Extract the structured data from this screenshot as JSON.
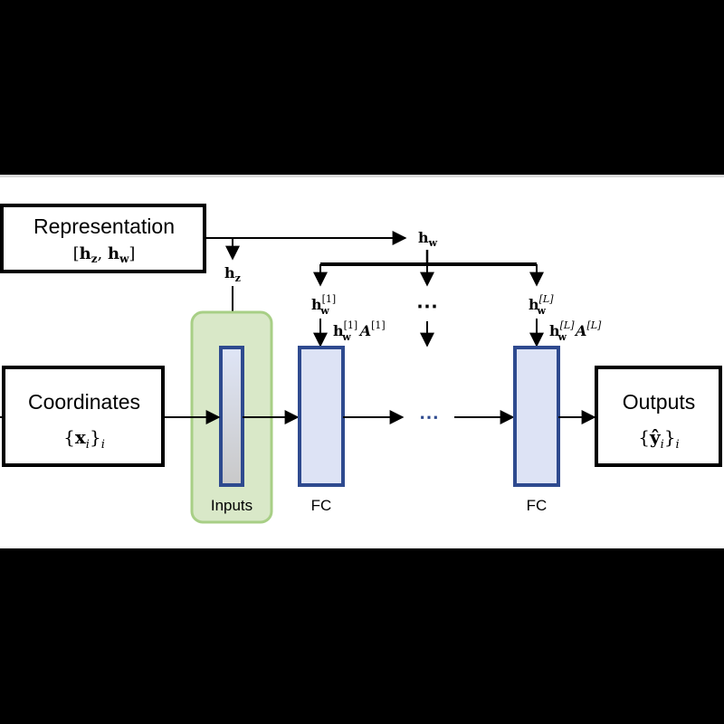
{
  "representation": {
    "title": "Representation",
    "formula": "[h_z, h_w]",
    "formula_parts": {
      "open": "[",
      "hz": "h",
      "hz_sub": "z",
      "comma": ", ",
      "hw": "h",
      "hw_sub": "w",
      "close": "]"
    }
  },
  "coordinates": {
    "title": "Coordinates",
    "formula_parts": {
      "open": "{",
      "x": "x",
      "x_sub": "i",
      "close": "}",
      "outer_sub": "i"
    }
  },
  "outputs": {
    "title": "Outputs",
    "formula_parts": {
      "open": "{",
      "y": "ŷ",
      "y_sub": "i",
      "close": "}",
      "outer_sub": "i"
    }
  },
  "labels": {
    "hw": "h",
    "hw_sub": "w",
    "hz": "h",
    "hz_sub": "z",
    "hw1": "h",
    "hw1_sub": "w",
    "hw1_sup": "[1]",
    "hw1A": "h",
    "hw1A_sub": "w",
    "hw1A_sup": "[1]",
    "A1": "A",
    "A1_sup": "[1]",
    "hwL": "h",
    "hwL_sub": "w",
    "hwL_sup": "[L]",
    "hwLA": "h",
    "hwLA_sub": "w",
    "hwLA_sup": "[L]",
    "AL": "A",
    "AL_sup": "[L]",
    "dots_top": "⋯",
    "dots_mid": "⋯",
    "inputs": "Inputs",
    "fc_first": "FC",
    "fc_last": "FC"
  },
  "colors": {
    "stroke": "#000000",
    "layer_fill": "#dde3f5",
    "layer_stroke": "#2e4a8f",
    "inputs_fill": "#d9e8c8",
    "inputs_stroke": "#9cc77a",
    "background": "#ffffff",
    "frame": "#000000"
  }
}
